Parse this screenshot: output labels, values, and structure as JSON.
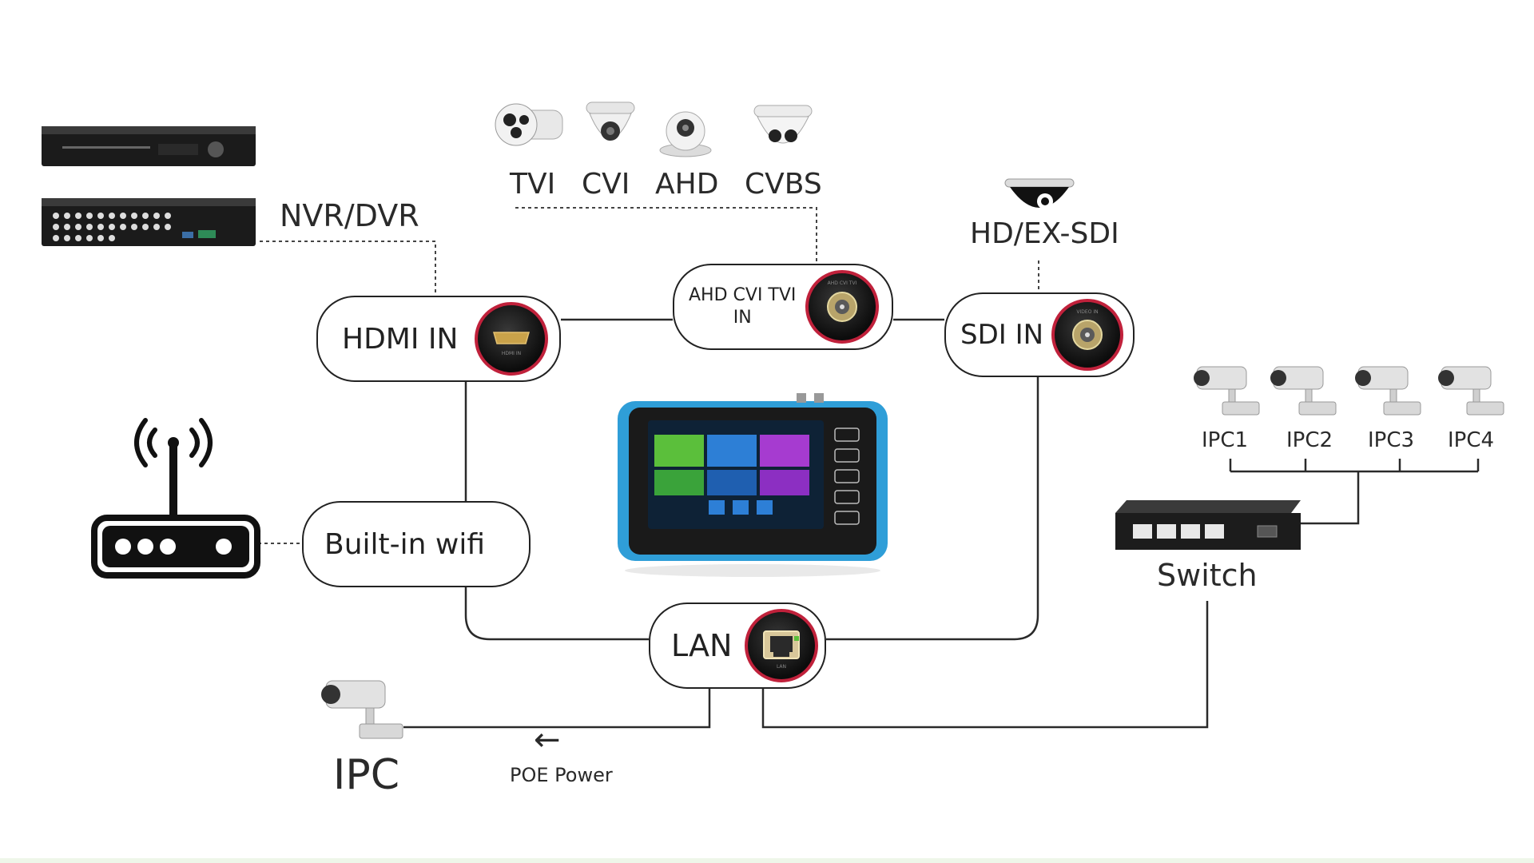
{
  "camera_types": [
    "TVI",
    "CVI",
    "AHD",
    "CVBS"
  ],
  "devices": {
    "recorder_label": "NVR/DVR",
    "sdi_camera_label": "HD/EX-SDI",
    "ipc_label": "IPC",
    "switch_label": "Switch",
    "ipc_list": [
      "IPC1",
      "IPC2",
      "IPC3",
      "IPC4"
    ]
  },
  "ports": {
    "hdmi_in": "HDMI IN",
    "analog_in_line1": "AHD CVI TVI",
    "analog_in_line2": "IN",
    "sdi_in": "SDI IN",
    "wifi": "Built-in wifi",
    "lan": "LAN"
  },
  "poe": {
    "label": "POE Power",
    "arrow": "←"
  },
  "port_micro_labels": {
    "hdmi": "HDMI IN",
    "analog": "AHD CVI TVI",
    "sdi": "VIDEO IN",
    "lan": "LAN"
  },
  "colors": {
    "accent_ring": "#c0213b",
    "line": "#2a2a2a",
    "tester_frame": "#2f9ed8"
  }
}
